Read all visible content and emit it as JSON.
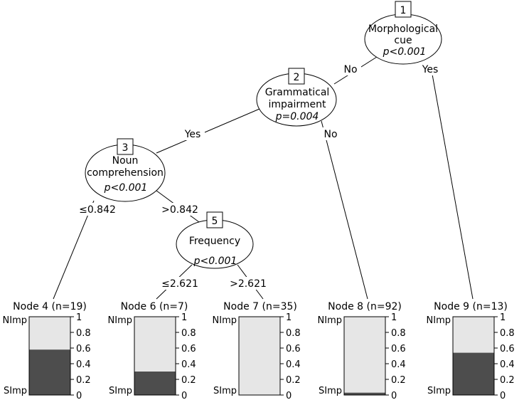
{
  "inner_nodes": [
    {
      "id": "1",
      "label_lines": [
        "Morphological",
        "cue"
      ],
      "p": "p<0.001"
    },
    {
      "id": "2",
      "label_lines": [
        "Grammatical",
        "impairment"
      ],
      "p": "p=0.004"
    },
    {
      "id": "3",
      "label_lines": [
        "Noun",
        "comprehension"
      ],
      "p": "p<0.001"
    },
    {
      "id": "5",
      "label_lines": [
        "Frequency"
      ],
      "p": "p<0.001"
    }
  ],
  "edge_labels": {
    "n1_no": "No",
    "n1_yes": "Yes",
    "n2_yes": "Yes",
    "n2_no": "No",
    "n3_le": "≤0.842",
    "n3_gt": ">0.842",
    "n5_le": "≤2.621",
    "n5_gt": ">2.621"
  },
  "terminals": [
    {
      "title": "Node 4 (n=19)",
      "simp": 0.58
    },
    {
      "title": "Node 6 (n=7)",
      "simp": 0.3
    },
    {
      "title": "Node 7 (n=35)",
      "simp": 0.0
    },
    {
      "title": "Node 8 (n=92)",
      "simp": 0.03
    },
    {
      "title": "Node 9 (n=13)",
      "simp": 0.54
    }
  ],
  "axis": {
    "ticks": [
      "1",
      "0.8",
      "0.6",
      "0.4",
      "0.2",
      "0"
    ],
    "top_label": "NImp",
    "bottom_label": "SImp"
  },
  "colors": {
    "nimp": "#e6e6e6",
    "simp": "#4d4d4d",
    "stroke": "#000000"
  }
}
